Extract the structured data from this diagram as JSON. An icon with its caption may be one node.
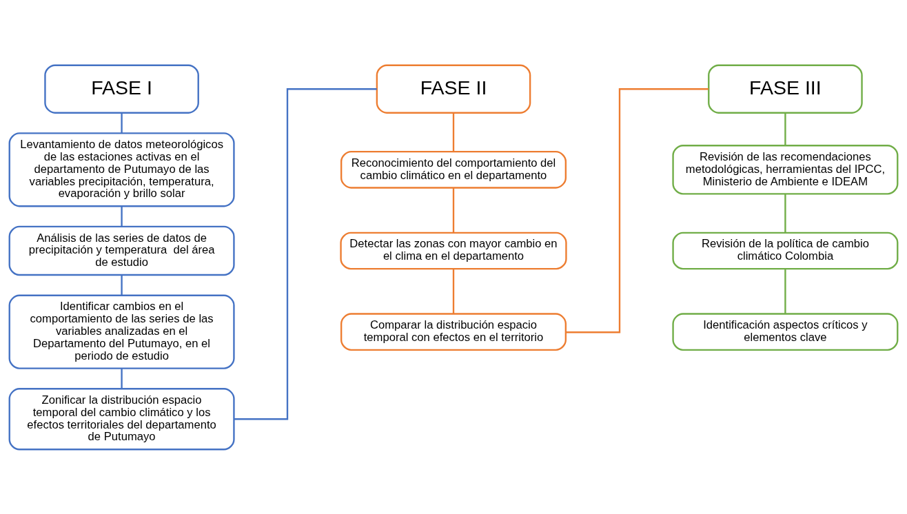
{
  "diagram": {
    "nodes": [
      {
        "text": [
          "FASE I"
        ]
      },
      {
        "text": [
          "Levantamiento de datos meteorológicos de las estaciones activas en el departamento de Putumayo de las variables precipitación, temperatura, evaporación y brillo solar"
        ]
      },
      {
        "text": [
          "Análisis de las series de datos de precipitación y temperatura  del área de estudio"
        ]
      },
      {
        "text": [
          "Identificar cambios en el comportamiento de las series de las variables analizadas en el Departamento del Putumayo, en el periodo de estudio"
        ]
      },
      {
        "text": [
          "Zonificar la distribución espacio temporal del cambio climático y los efectos territoriales del departamento de Putumayo"
        ]
      },
      {
        "text": [
          "FASE II"
        ]
      },
      {
        "text": [
          "Reconocimiento del comportamiento del cambio climático en el departamento"
        ]
      },
      {
        "text": [
          "Detectar las zonas con mayor cambio en el clima en el departamento"
        ]
      },
      {
        "text": [
          "Comparar la distribución espacio temporal con efectos en el territorio"
        ]
      },
      {
        "text": [
          "FASE III"
        ]
      },
      {
        "text": [
          "Revisión de las recomendaciones metodológicas, herramientas del IPCC, Ministerio de Ambiente e IDEAM"
        ]
      },
      {
        "text": [
          "Revisión de la política de cambio climático Colombia"
        ]
      },
      {
        "text": [
          "Identificación aspectos críticos y elementos clave"
        ]
      }
    ],
    "edges": [
      {
        "from": 0,
        "to": 1,
        "arrow": "none"
      },
      {
        "from": 1,
        "to": 2,
        "arrow": "none"
      },
      {
        "from": 2,
        "to": 3,
        "arrow": "none"
      },
      {
        "from": 3,
        "to": 4,
        "arrow": "none"
      },
      {
        "from": 4,
        "to": 5,
        "arrow": "none"
      },
      {
        "from": 5,
        "to": 6,
        "arrow": "none",
        "color": "#ed7d31"
      },
      {
        "from": 6,
        "to": 7,
        "arrow": "none",
        "color": "#ed7d31"
      },
      {
        "from": 7,
        "to": 8,
        "arrow": "none",
        "color": "#ed7d31"
      },
      {
        "from": 8,
        "to": 9,
        "arrow": "none",
        "color": "#ed7d31"
      },
      {
        "from": 9,
        "to": 10,
        "arrow": "none",
        "color": "#70ad47"
      },
      {
        "from": 10,
        "to": 11,
        "arrow": "none",
        "color": "#70ad47"
      },
      {
        "from": 11,
        "to": 12,
        "arrow": "none",
        "color": "#70ad47"
      }
    ]
  }
}
